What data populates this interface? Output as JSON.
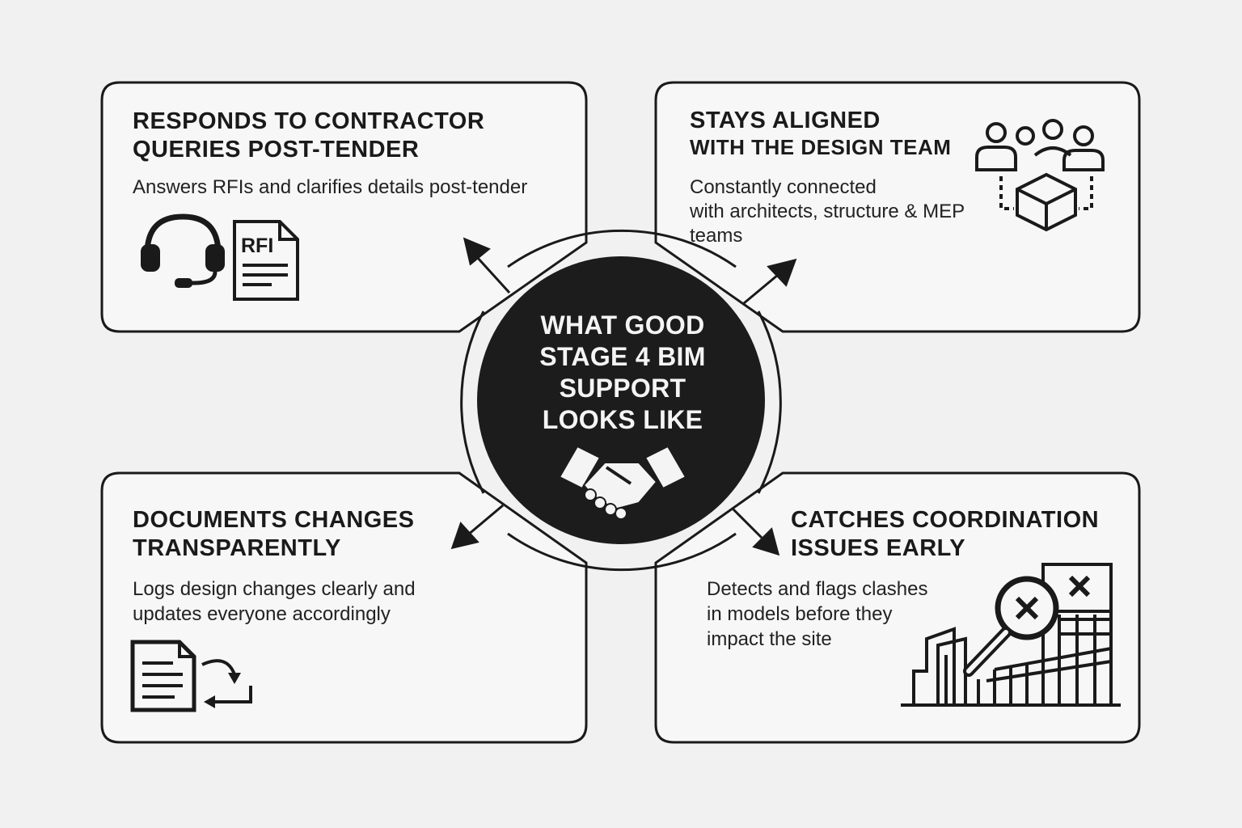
{
  "center": {
    "lines": [
      "WHAT GOOD",
      "STAGE 4 BIM",
      "SUPPORT",
      "LOOKS LIKE"
    ],
    "icon": "handshake-icon"
  },
  "cards": [
    {
      "id": "top-left",
      "title_lines": [
        "RESPONDS TO CONTRACTOR",
        "QUERIES POST-TENDER"
      ],
      "desc_lines": [
        "Answers RFIs and clarifies details post-tender"
      ],
      "icons": [
        "headset-icon",
        "rfi-document-icon"
      ],
      "icon_text": "RFI"
    },
    {
      "id": "top-right",
      "title_lines": [
        "STAYS ALIGNED",
        "WITH THE DESIGN TEAM"
      ],
      "desc_lines": [
        "Constantly connected",
        "with architects, structure & MEP",
        "teams"
      ],
      "icons": [
        "team-cube-icon"
      ]
    },
    {
      "id": "bottom-left",
      "title_lines": [
        "DOCUMENTS CHANGES",
        "TRANSPARENTLY"
      ],
      "desc_lines": [
        "Logs design changes clearly and",
        "updates everyone accordingly"
      ],
      "icons": [
        "document-update-icon"
      ]
    },
    {
      "id": "bottom-right",
      "title_lines": [
        "CATCHES COORDINATION",
        "ISSUES EARLY"
      ],
      "desc_lines": [
        "Detects and flags clashes",
        "in models before they",
        "impact the site"
      ],
      "icons": [
        "clash-detection-icon"
      ]
    }
  ],
  "colors": {
    "background": "#f1f1f1",
    "ink": "#1a1a1a",
    "center_fill": "#1c1c1c",
    "center_text": "#f4f4f4"
  }
}
